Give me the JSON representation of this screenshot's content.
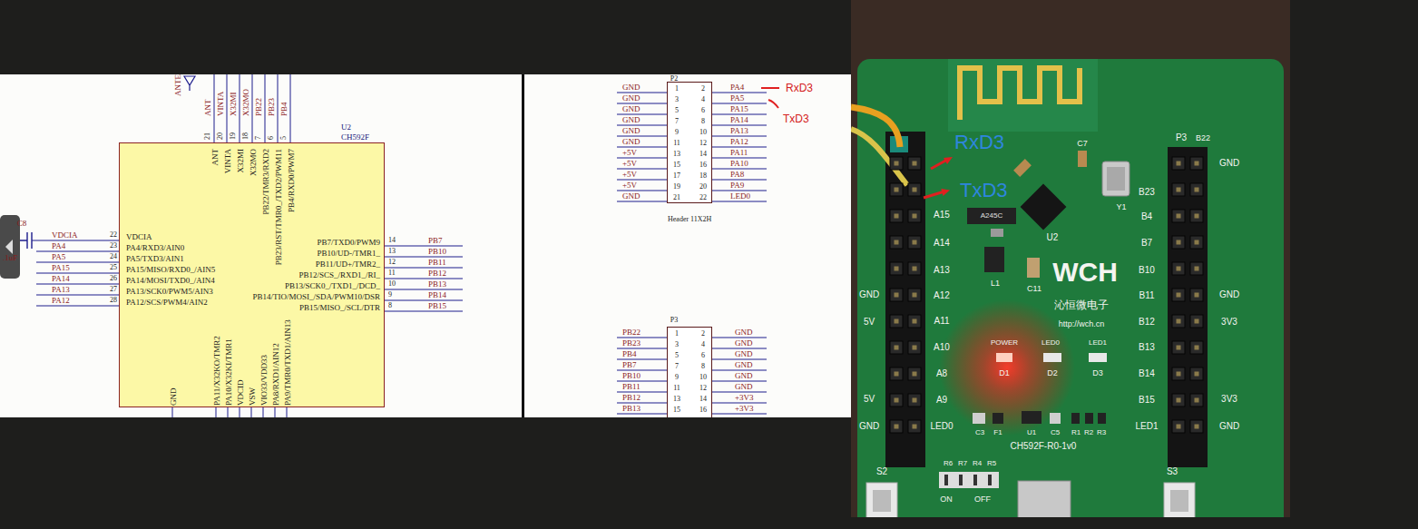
{
  "diagram": {
    "nodes": [
      {
        "text": [
          "U2",
          "CH592F",
          "VDCIA",
          "PA4/RXD3/AIN0",
          "PA5/TXD3/AIN1",
          "PA15/MISO/RXD0_/AIN5",
          "PA14/MOSI/TXD0_/AIN4",
          "PA13/SCK0/PWM5/AIN3",
          "PA12/SCS/PWM4/AIN2",
          "PB7/TXD0/PWM9",
          "PB10/UD-/TMR1_",
          "PB11/UD+/TMR2_",
          "PB12/SCS_/RXD1_/RI_",
          "PB13/SCK0_/TXD1_/DCD_",
          "PB14/TIO/MOSI_/SDA/PWM10/DSR",
          "PB15/MISO_/SCL/DTR",
          "ANT",
          "VINTA",
          "X32MI",
          "X32MO",
          "PB22/TMR3/RXD2",
          "PB23/RST/TMR0_/TXD2/PWM11",
          "PB4/RXD0/PWM7",
          "GND",
          "PA11/X32KO/TMR2",
          "PA10/X32KI/TMR1",
          "VDCID",
          "VSW",
          "VIO33/VDD33",
          "PA8/RXD1/AIN12",
          "PA9/TMR0/TXD1/AIN13"
        ]
      },
      {
        "text": [
          "P2",
          "Header 11X2H",
          "1",
          "2",
          "3",
          "4",
          "5",
          "6",
          "7",
          "8",
          "9",
          "10",
          "11",
          "12",
          "13",
          "14",
          "15",
          "16",
          "17",
          "18",
          "19",
          "20",
          "21",
          "22"
        ]
      },
      {
        "text": [
          "P3",
          "1",
          "2",
          "3",
          "4",
          "5",
          "6",
          "7",
          "8",
          "9",
          "10",
          "11",
          "12",
          "13",
          "14",
          "15",
          "16"
        ]
      },
      {
        "text": [
          "C7",
          "Y1",
          "P3",
          "B22",
          "A245C",
          "U2",
          "B23",
          "B4",
          "B7",
          "B10",
          "B11",
          "B12",
          "B13",
          "B14",
          "B15",
          "LED1",
          "GND",
          "GND",
          "3V3",
          "3V3",
          "GND",
          "A15",
          "A14",
          "A13",
          "A12",
          "A11",
          "A10",
          "A8",
          "A9",
          "LED0",
          "GND",
          "5V",
          "5V",
          "GND",
          "L1",
          "C11",
          "WCH",
          "沁恒微电子",
          "http://wch.cn",
          "POWER",
          "LED0",
          "LED1",
          "D1",
          "D2",
          "D3",
          "C3",
          "F1",
          "U1",
          "C5",
          "R1",
          "R2",
          "R3",
          "CH592F-R0-1v0",
          "S2",
          "S3",
          "R6",
          "R7",
          "R4",
          "R5",
          "ON",
          "OFF"
        ]
      }
    ],
    "labels": [
      "VDCIA",
      "PA4",
      "PA5",
      "PA15",
      "PA14",
      "PA13",
      "PA12",
      "22",
      "23",
      "24",
      "25",
      "26",
      "27",
      "28",
      "PB7",
      "PB10",
      "PB11",
      "PB12",
      "PB13",
      "PB14",
      "PB15",
      "14",
      "13",
      "12",
      "11",
      "10",
      "9",
      "8",
      "ANT",
      "VINTA",
      "X32MI",
      "X32MO",
      "PB22",
      "PB23",
      "PB4",
      "21",
      "20",
      "19",
      "18",
      "7",
      "6",
      "5",
      "ANTE",
      "C8",
      ".1uF",
      "GND",
      "GND",
      "GND",
      "GND",
      "GND",
      "GND",
      "+5V",
      "+5V",
      "+5V",
      "+5V",
      "GND",
      "PA4",
      "PA5",
      "PA15",
      "PA14",
      "PA13",
      "PA12",
      "PA11",
      "PA10",
      "PA8",
      "PA9",
      "LED0",
      "RxD3",
      "TxD3",
      "PB22",
      "PB23",
      "PB4",
      "PB7",
      "PB10",
      "PB11",
      "PB12",
      "PB13",
      "GND",
      "GND",
      "GND",
      "GND",
      "GND",
      "GND",
      "+3V3",
      "+3V3",
      "RxD3",
      "TxD3"
    ]
  }
}
